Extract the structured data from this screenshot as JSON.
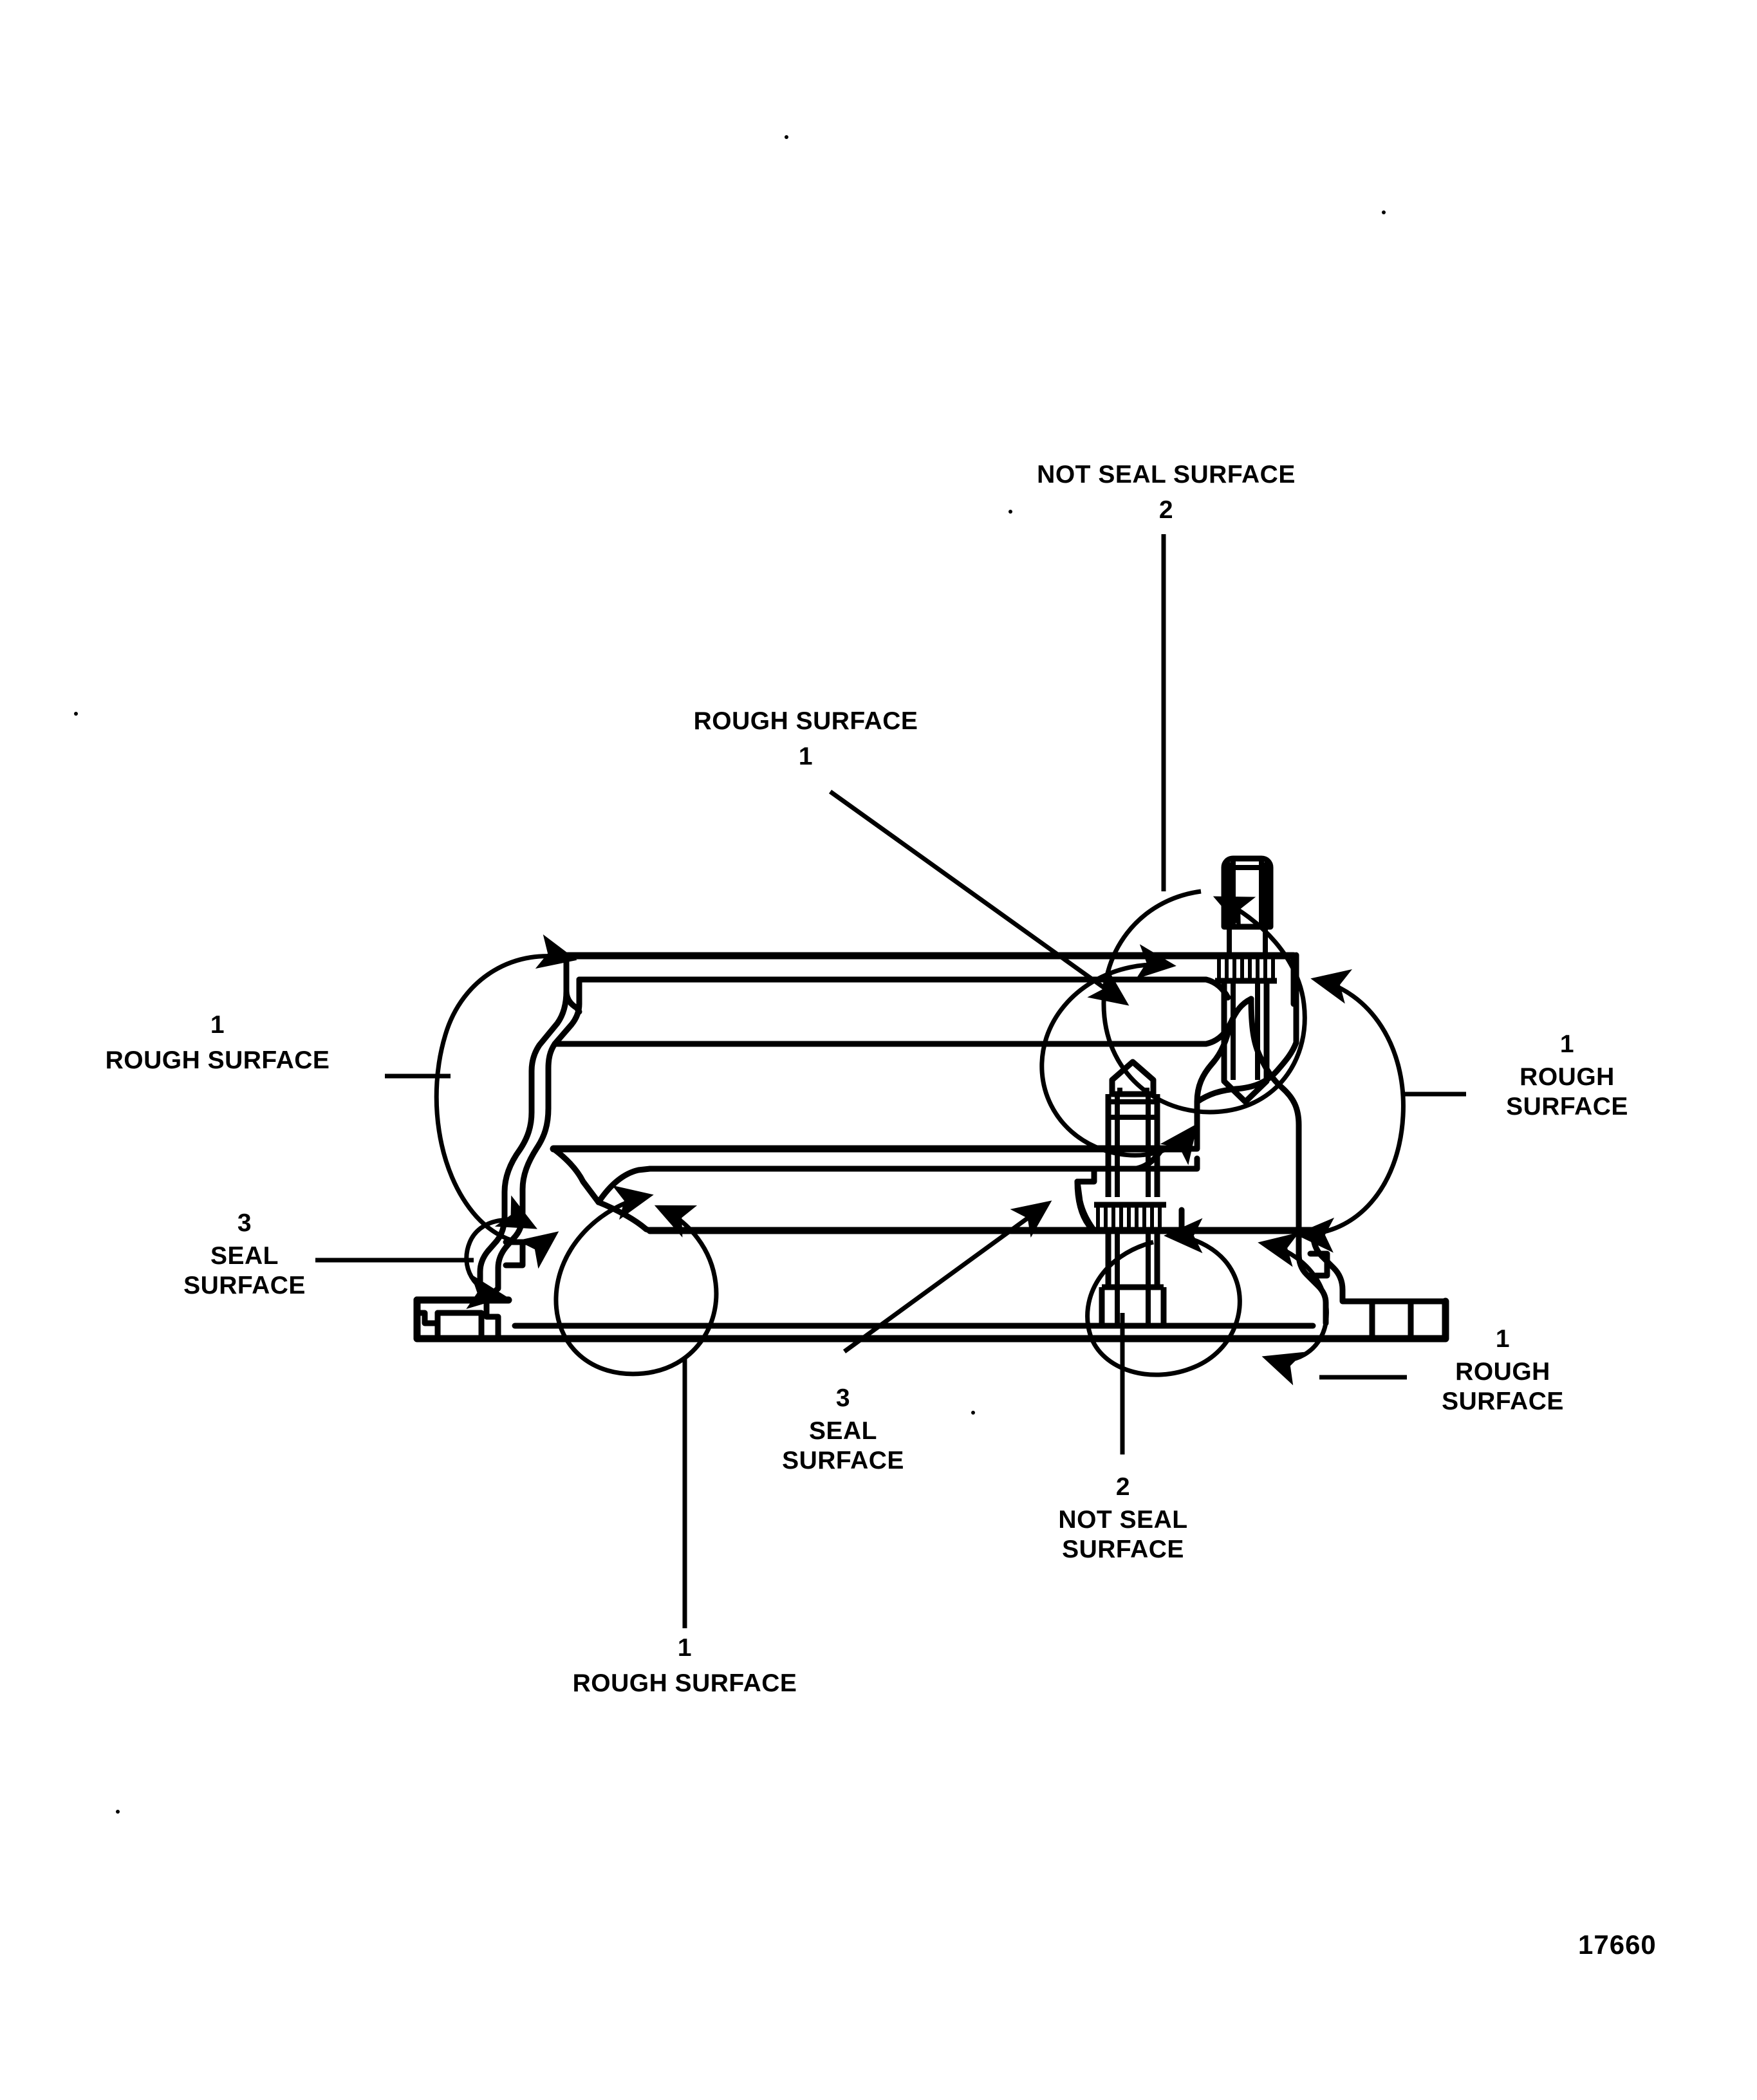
{
  "drawing": {
    "title": "Gear housing seal surface identification cross-section",
    "drawing_number": "17660",
    "ink_color": "#000000",
    "background_color": "#ffffff"
  },
  "legend_keys": {
    "key_1": "1",
    "key_2": "2",
    "key_3": "3",
    "rough_surface": "ROUGH SURFACE",
    "not_seal_surface": "NOT SEAL SURFACE",
    "seal_surface": "SEAL SURFACE"
  },
  "callouts": [
    {
      "id": "callout-top-not-seal-surface",
      "number": "2",
      "lines": [
        "NOT SEAL SURFACE",
        "2"
      ],
      "text": "NOT SEAL SURFACE",
      "position": "top-center-right",
      "align": "center"
    },
    {
      "id": "callout-center-rough-surface",
      "number": "1",
      "lines": [
        "ROUGH SURFACE",
        "1"
      ],
      "text": "ROUGH SURFACE",
      "position": "upper-center",
      "align": "center"
    },
    {
      "id": "callout-left-rough-surface",
      "number": "1",
      "lines": [
        "1",
        "ROUGH SURFACE"
      ],
      "text": "ROUGH SURFACE",
      "position": "left-middle",
      "align": "center"
    },
    {
      "id": "callout-left-seal-surface",
      "number": "3",
      "lines": [
        "3",
        "SEAL",
        "SURFACE"
      ],
      "text": "SEAL SURFACE",
      "position": "left-lower",
      "align": "center"
    },
    {
      "id": "callout-right-rough-surface",
      "number": "1",
      "lines": [
        "1",
        "ROUGH",
        "SURFACE"
      ],
      "text": "ROUGH SURFACE",
      "position": "right-middle",
      "align": "center"
    },
    {
      "id": "callout-right-lower-rough-surface",
      "number": "1",
      "lines": [
        "1",
        "ROUGH",
        "SURFACE"
      ],
      "text": "ROUGH SURFACE",
      "position": "right-lower",
      "align": "center"
    },
    {
      "id": "callout-center-seal-surface",
      "number": "3",
      "lines": [
        "3",
        "SEAL",
        "SURFACE"
      ],
      "text": "SEAL SURFACE",
      "position": "bottom-center",
      "align": "center"
    },
    {
      "id": "callout-bottom-not-seal-surface",
      "number": "2",
      "lines": [
        "2",
        "NOT SEAL",
        "SURFACE"
      ],
      "text": "NOT SEAL SURFACE",
      "position": "bottom-center-right",
      "align": "center"
    },
    {
      "id": "callout-bottom-rough-surface",
      "number": "1",
      "lines": [
        "1",
        "ROUGH SURFACE"
      ],
      "text": "ROUGH SURFACE",
      "position": "bottom-left",
      "align": "center"
    }
  ],
  "labels": {
    "top_not_seal_text": "NOT SEAL SURFACE",
    "top_not_seal_num": "2",
    "center_rough_text": "ROUGH SURFACE",
    "center_rough_num": "1",
    "left_rough_num": "1",
    "left_rough_text": "ROUGH SURFACE",
    "left_seal_num": "3",
    "left_seal_line1": "SEAL",
    "left_seal_line2": "SURFACE",
    "right_rough_num": "1",
    "right_rough_line1": "ROUGH",
    "right_rough_line2": "SURFACE",
    "right_lower_rough_num": "1",
    "right_lower_rough_line1": "ROUGH",
    "right_lower_rough_line2": "SURFACE",
    "center_seal_num": "3",
    "center_seal_line1": "SEAL",
    "center_seal_line2": "SURFACE",
    "bottom_not_seal_num": "2",
    "bottom_not_seal_line1": "NOT SEAL",
    "bottom_not_seal_line2": "SURFACE",
    "bottom_rough_num": "1",
    "bottom_rough_text": "ROUGH SURFACE",
    "drawing_number": "17660"
  }
}
